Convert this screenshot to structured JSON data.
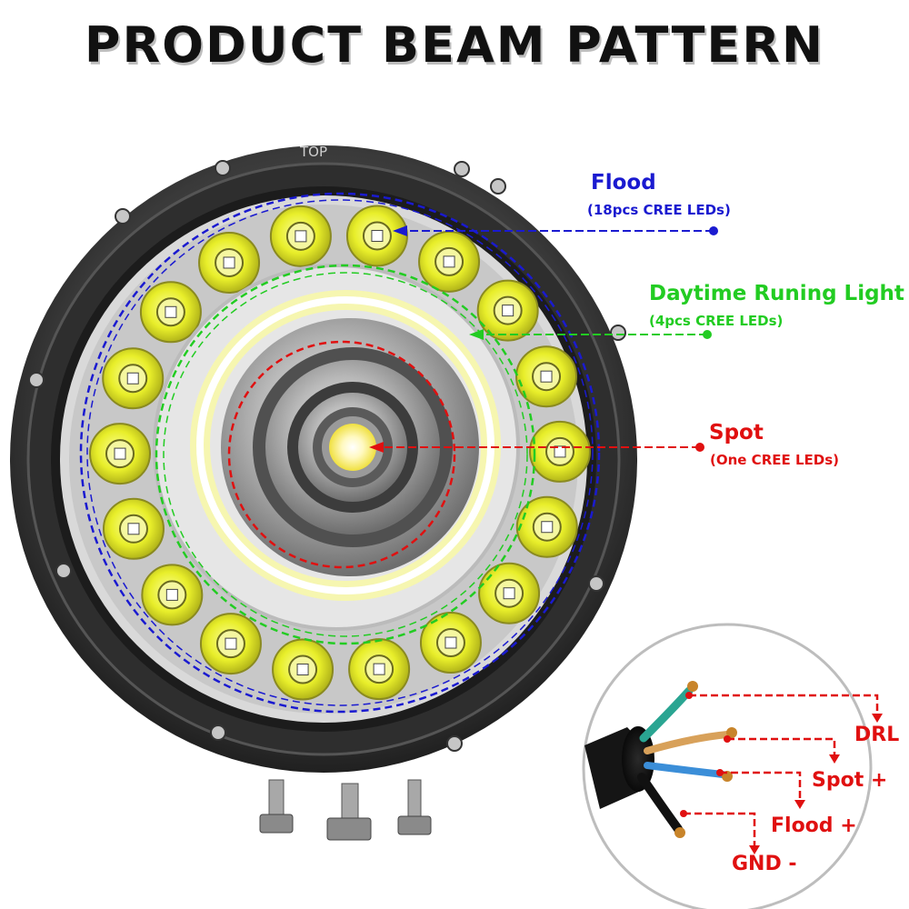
{
  "title": "PRODUCT BEAM PATTERN",
  "lamp": {
    "top_mark": "TOP"
  },
  "callouts": {
    "flood": {
      "title": "Flood",
      "subtitle": "(18pcs CREE LEDs)",
      "color": "#1a1ad0"
    },
    "drl": {
      "title": "Daytime Runing Light",
      "subtitle": "(4pcs CREE LEDs)",
      "color": "#22cc22"
    },
    "spot": {
      "title": "Spot",
      "subtitle": "(One CREE LEDs)",
      "color": "#e01010"
    }
  },
  "wiring": {
    "color": "#e01010",
    "labels": {
      "drl": "DRL",
      "spot": "Spot +",
      "flood": "Flood +",
      "gnd": "GND -"
    }
  }
}
